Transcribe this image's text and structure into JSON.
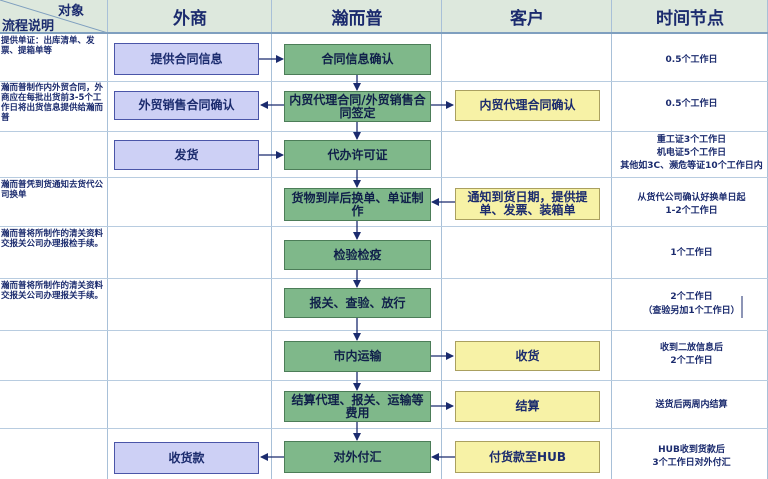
{
  "headers": {
    "corner_top": "对象",
    "corner_bottom": "流程说明",
    "foreign": "外商",
    "hanerpu": "瀚而普",
    "customer": "客户",
    "time": "时间节点"
  },
  "notes": [
    "提供单证：出库清单、发票、提箱单等",
    "瀚而普制作内外贸合同，外商应在每批出货前3-5个工作日将出货信息提供给瀚而普",
    "瀚而普凭到货通知去货代公司换单",
    "瀚而普将所制作的清关资料交报关公司办理报检手续。",
    "瀚而普将所制作的清关资料交报关公司办理报关手续。"
  ],
  "boxes": {
    "foreign_provide": "提供合同信息",
    "foreign_confirm": "外贸销售合同确认",
    "foreign_ship": "发货",
    "foreign_receive": "收货款",
    "h_confirm": "合同信息确认",
    "h_sign": "内贸代理合同/外贸销售合同签定",
    "h_license": "代办许可证",
    "h_arrival": "货物到岸后换单、单证制作",
    "h_inspect": "检验检疫",
    "h_customs": "报关、查验、放行",
    "h_transport": "市内运输",
    "h_settle": "结算代理、报关、运输等费用",
    "h_pay": "对外付汇",
    "c_confirm": "内贸代理合同确认",
    "c_notify": "通知到货日期，提供提单、发票、装箱单",
    "c_receive": "收货",
    "c_settle": "结算",
    "c_pay": "付货款至HUB"
  },
  "times": {
    "t1": "0.5个工作日",
    "t2": "0.5个工作日",
    "t3a": "重工证3个工作日",
    "t3b": "机电证5个工作日",
    "t3c": "其他如3C、濒危等证10个工作日内",
    "t4a": "从货代公司确认好换单日起",
    "t4b": "1-2个工作日",
    "t5": "1个工作日",
    "t6a": "2个工作日",
    "t6b": "（查验另加1个工作日）",
    "t7a": "收到二放信息后",
    "t7b": "2个工作日",
    "t8": "送货后两周内结算",
    "t9a": "HUB收到货款后",
    "t9b": "3个工作日对外付汇"
  },
  "colors": {
    "purple_box": "#cdd0f5",
    "green_box": "#7fb88a",
    "yellow_box": "#f7f2a6",
    "header_bg": "#dde8dd",
    "text": "#1b2b6e"
  }
}
